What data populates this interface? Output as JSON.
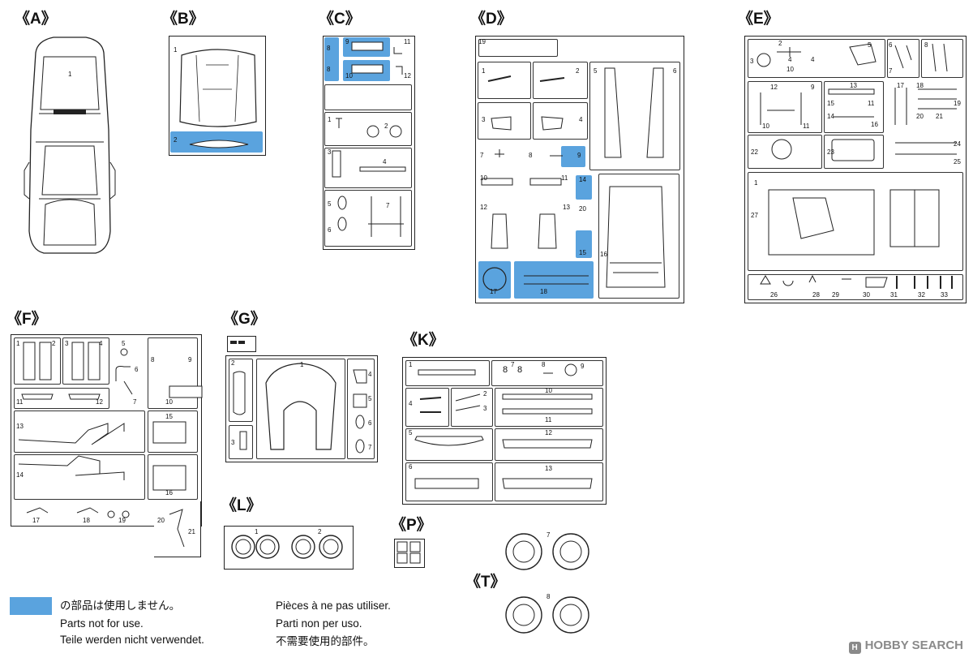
{
  "runners": {
    "A": "《A》",
    "B": "《B》",
    "C": "《C》",
    "D": "《D》",
    "E": "《E》",
    "F": "《F》",
    "G": "《G》",
    "K": "《K》",
    "L": "《L》",
    "P": "《P》",
    "T": "《T》"
  },
  "part_numbers": {
    "A": [
      "1"
    ],
    "B": [
      "1",
      "2"
    ],
    "C": [
      "8",
      "8",
      "9",
      "10",
      "11",
      "12",
      "1",
      "2",
      "3",
      "4",
      "5",
      "6",
      "7"
    ],
    "D": [
      "19",
      "1",
      "2",
      "3",
      "4",
      "5",
      "6",
      "7",
      "8",
      "9",
      "10",
      "11",
      "12",
      "13",
      "14",
      "20",
      "15",
      "16",
      "17",
      "18"
    ],
    "E": [
      "2",
      "5",
      "3",
      "4",
      "4",
      "10",
      "6",
      "8",
      "7",
      "12",
      "9",
      "13",
      "17",
      "18",
      "15",
      "11",
      "19",
      "10",
      "11",
      "14",
      "16",
      "20",
      "21",
      "22",
      "23",
      "24",
      "25",
      "1",
      "27",
      "26",
      "28",
      "29",
      "30",
      "31",
      "32",
      "33"
    ],
    "F": [
      "1",
      "2",
      "3",
      "4",
      "5",
      "6",
      "7",
      "8",
      "9",
      "10",
      "11",
      "12",
      "13",
      "14",
      "15",
      "16",
      "17",
      "18",
      "19",
      "20",
      "21"
    ],
    "G": [
      "1",
      "2",
      "3",
      "4",
      "5",
      "6",
      "7"
    ],
    "K": [
      "8",
      "7",
      "8",
      "8",
      "9",
      "1",
      "2",
      "3",
      "4",
      "10",
      "11",
      "5",
      "12",
      "6",
      "13"
    ],
    "L": [
      "1",
      "2"
    ],
    "T": [
      "7",
      "8"
    ]
  },
  "legend": {
    "swatch_color": "#5aa3de",
    "lines_left": [
      "の部品は使用しません。",
      "Parts not for use.",
      "Teile werden nicht verwendet."
    ],
    "lines_right": [
      "Pièces à ne pas utiliser.",
      "Parti non per uso.",
      "不需要使用的部件。"
    ]
  },
  "watermark": {
    "icon": "H",
    "text": "HOBBY SEARCH"
  }
}
